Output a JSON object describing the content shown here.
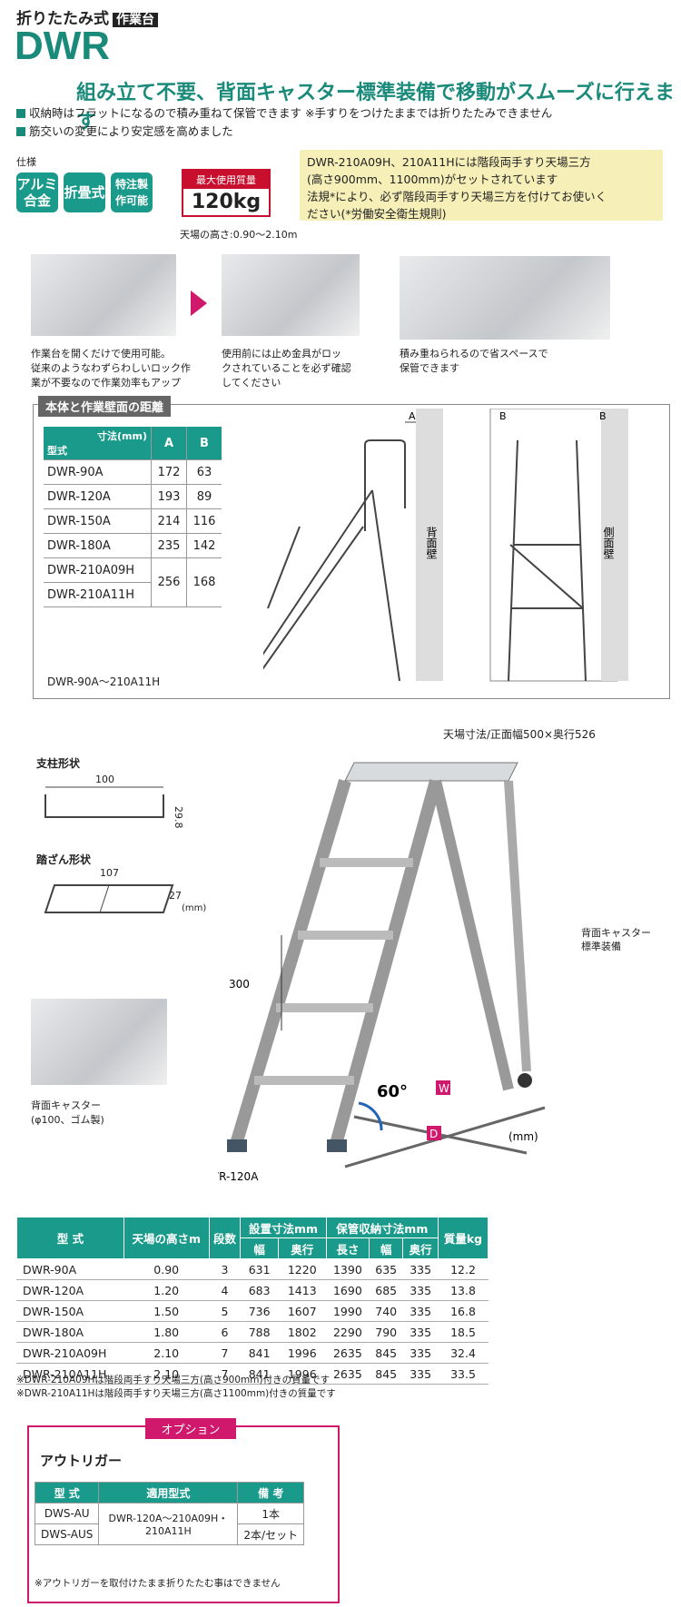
{
  "header": {
    "category": "折りたたみ式",
    "tag": "作業台",
    "title": "DWR",
    "headline": "組み立て不要、背面キャスター標準装備で移動がスムーズに行えます"
  },
  "bullets": [
    "収納時はフラットになるので積み重ねて保管できます ※手すりをつけたままでは折りたたみできません",
    "筋交いの変更により安定感を高めました"
  ],
  "spec": {
    "label": "仕様",
    "badges": [
      "アルミ合金",
      "折畳式",
      "特注製作可能"
    ],
    "load_label": "最大使用質量",
    "load_value": "120kg",
    "height_note": "天場の高さ:0.90～2.10m"
  },
  "note_box": [
    "DWR-210A09H、210A11Hには階段両手すり天場三方",
    "(高さ900mm、1100mm)がセットされています",
    "法規*により、必ず階段両手すり天場三方を付けてお使いく",
    "ださい(*労働安全衛生規則)"
  ],
  "photos": [
    {
      "caption": [
        "作業台を開くだけで使用可能。",
        "従来のようなわずらわしいロック作",
        "業が不要なので作業効率もアップ"
      ]
    },
    {
      "caption": [
        "使用前には止め金具がロッ",
        "クされていることを必ず確認",
        "してください"
      ]
    },
    {
      "caption": [
        "積み重ねられるので省スペースで",
        "保管できます"
      ]
    }
  ],
  "distance": {
    "title": "本体と作業壁面の距離",
    "header": {
      "dim": "寸法(mm)",
      "model": "型式",
      "a": "A",
      "b": "B"
    },
    "rows": [
      [
        "DWR-90A",
        "172",
        "63"
      ],
      [
        "DWR-120A",
        "193",
        "89"
      ],
      [
        "DWR-150A",
        "214",
        "116"
      ],
      [
        "DWR-180A",
        "235",
        "142"
      ]
    ],
    "merged": {
      "models": [
        "DWR-210A09H",
        "DWR-210A11H"
      ],
      "a": "256",
      "b": "168"
    },
    "range_label": "DWR-90A～210A11H",
    "wall_back": "背面壁",
    "wall_side": "側面壁",
    "dim_a": "A",
    "dim_b": "B"
  },
  "diagram": {
    "top_size": "天場寸法/正面幅500×奥行526",
    "pillar": "支柱形状",
    "pillar_w": "100",
    "pillar_h": "29.8",
    "tread": "踏ざん形状",
    "tread_w": "107",
    "tread_h": "27",
    "unit_small": "(mm)",
    "step_pitch": "300",
    "caster_label": [
      "背面キャスター",
      "標準装備"
    ],
    "angle": "60°",
    "w": "W",
    "d": "D",
    "unit": "(mm)",
    "model": "DWR-120A",
    "caster_caption": [
      "背面キャスター",
      "(φ100、ゴム製)"
    ]
  },
  "spec_table": {
    "h1": [
      "型 式",
      "天場の高さm",
      "段数",
      "設置寸法mm",
      "保管収納寸法mm",
      "質量kg"
    ],
    "h2": [
      "幅",
      "奥行",
      "長さ",
      "幅",
      "奥行"
    ],
    "rows": [
      [
        "DWR-90A",
        "0.90",
        "3",
        "631",
        "1220",
        "1390",
        "635",
        "335",
        "12.2"
      ],
      [
        "DWR-120A",
        "1.20",
        "4",
        "683",
        "1413",
        "1690",
        "685",
        "335",
        "13.8"
      ],
      [
        "DWR-150A",
        "1.50",
        "5",
        "736",
        "1607",
        "1990",
        "740",
        "335",
        "16.8"
      ],
      [
        "DWR-180A",
        "1.80",
        "6",
        "788",
        "1802",
        "2290",
        "790",
        "335",
        "18.5"
      ],
      [
        "DWR-210A09H",
        "2.10",
        "7",
        "841",
        "1996",
        "2635",
        "845",
        "335",
        "32.4"
      ],
      [
        "DWR-210A11H",
        "2.10",
        "7",
        "841",
        "1996",
        "2635",
        "845",
        "335",
        "33.5"
      ]
    ],
    "notes": [
      "※DWR-210A09Hは階段両手すり天場三方(高さ900mm)付きの質量です",
      "※DWR-210A11Hは階段両手すり天場三方(高さ1100mm)付きの質量です"
    ]
  },
  "option": {
    "title": "オプション",
    "name": "アウトリガー",
    "header": [
      "型 式",
      "適用型式",
      "備 考"
    ],
    "rows": [
      [
        "DWS-AU",
        "1本"
      ],
      [
        "DWS-AUS",
        "2本/セット"
      ]
    ],
    "applies": "DWR-120A～210A09H・210A11H",
    "note": "※アウトリガーを取付けたまま折りたたむ事はできません"
  },
  "colors": {
    "accent": "#1a9a8a",
    "magenta": "#d0186c",
    "note_bg": "#f6efb8"
  }
}
